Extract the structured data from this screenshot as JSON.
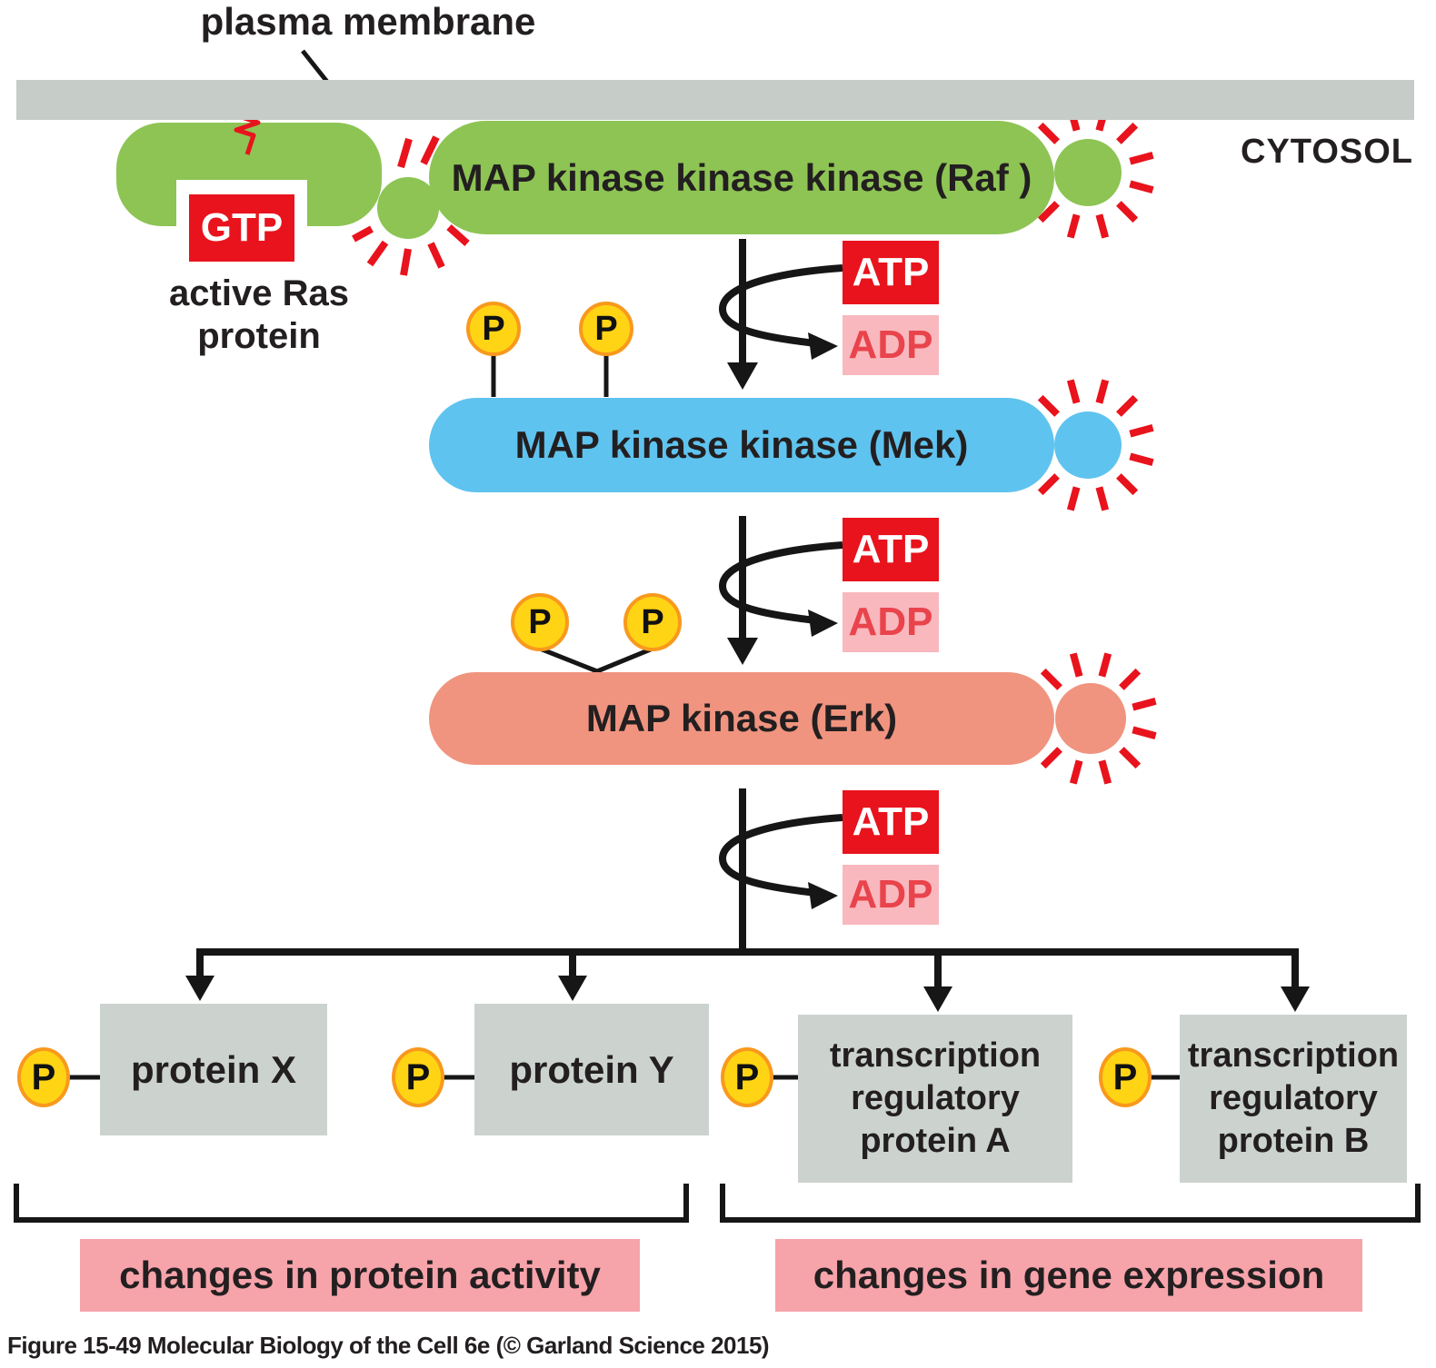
{
  "labels": {
    "plasma_membrane": "plasma membrane",
    "cytosol": "CYTOSOL",
    "active_ras_line1": "active Ras",
    "active_ras_line2": "protein",
    "gtp": "GTP",
    "phosphate": "P",
    "atp": "ATP",
    "adp": "ADP"
  },
  "kinases": [
    {
      "id": "raf",
      "label": "MAP kinase kinase kinase (Raf )"
    },
    {
      "id": "mek",
      "label": "MAP kinase kinase (Mek)"
    },
    {
      "id": "erk",
      "label": "MAP kinase (Erk)"
    }
  ],
  "targets": [
    {
      "id": "protein-x",
      "label": "protein X"
    },
    {
      "id": "protein-y",
      "label": "protein Y"
    },
    {
      "id": "trp-a",
      "label": "transcription regulatory protein A"
    },
    {
      "id": "trp-b",
      "label": "transcription regulatory protein B"
    }
  ],
  "outcomes": [
    {
      "label": "changes in protein activity"
    },
    {
      "label": "changes in gene expression"
    }
  ],
  "caption": "Figure 15-49 Molecular Biology of the Cell 6e (© Garland Science 2015)",
  "colors": {
    "membrane": "#c6ccc8",
    "ras_raf_green": "#8dc454",
    "mek_blue": "#5fc3ef",
    "erk_salmon": "#f0947f",
    "atp_red": "#e8131c",
    "adp_pink": "#f8b8be",
    "adp_text": "#e9434c",
    "phosphate_yellow": "#ffd414",
    "phosphate_ring": "#f8991d",
    "target_gray": "#ccd3cf",
    "outcome_pink": "#f7a3aa",
    "burst_red": "#e8131c",
    "text_black": "#231f20"
  }
}
